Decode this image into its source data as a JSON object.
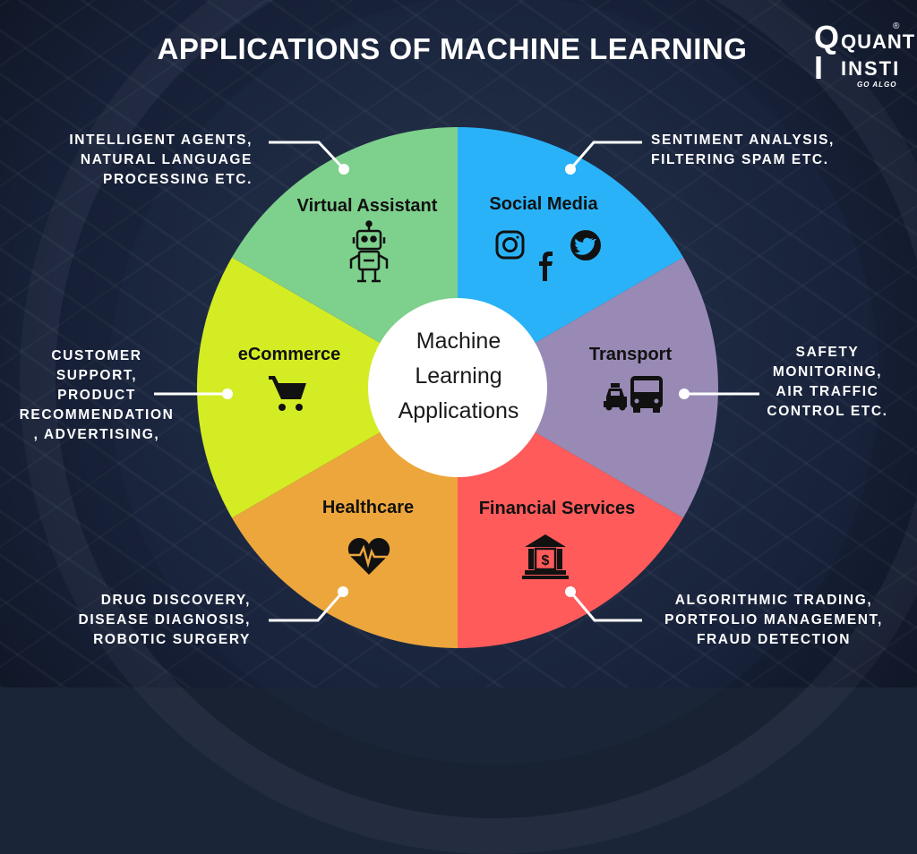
{
  "title": "APPLICATIONS OF MACHINE LEARNING",
  "logo": {
    "line1": "QUANT",
    "line2": "INSTI",
    "mark_top": "Q",
    "mark_bottom": "I",
    "tagline": "GO ALGO",
    "registered": "®"
  },
  "center": {
    "lines": [
      "Machine",
      "Learning",
      "Applications"
    ]
  },
  "segments": [
    {
      "label": "Social Media",
      "color": "#2ab2f8",
      "icons": [
        "instagram-icon",
        "facebook-icon",
        "twitter-icon"
      ]
    },
    {
      "label": "Transport",
      "color": "#988ab5",
      "icons": [
        "taxi-icon",
        "bus-icon"
      ]
    },
    {
      "label": "Financial Services",
      "color": "#ff5b5b",
      "icons": [
        "bank-icon"
      ]
    },
    {
      "label": "Healthcare",
      "color": "#eca63c",
      "icons": [
        "heart-pulse-icon"
      ]
    },
    {
      "label": "eCommerce",
      "color": "#d4ec24",
      "icons": [
        "shopping-cart-icon"
      ]
    },
    {
      "label": "Virtual Assistant",
      "color": "#7ed08d",
      "icons": [
        "robot-icon"
      ]
    }
  ],
  "annotations": {
    "virtual_assistant": "INTELLIGENT AGENTS,\nNATURAL LANGUAGE\nPROCESSING ETC.",
    "social_media": "SENTIMENT ANALYSIS,\nFILTERING SPAM ETC.",
    "ecommerce": "CUSTOMER\nSUPPORT,\nPRODUCT\nRECOMMENDATION\n, ADVERTISING,",
    "transport": "SAFETY\nMONITORING,\nAIR TRAFFIC\nCONTROL ETC.",
    "healthcare": "DRUG DISCOVERY,\nDISEASE DIAGNOSIS,\nROBOTIC SURGERY",
    "financial_services": "ALGORITHMIC TRADING,\nPORTFOLIO MANAGEMENT,\nFRAUD DETECTION"
  }
}
